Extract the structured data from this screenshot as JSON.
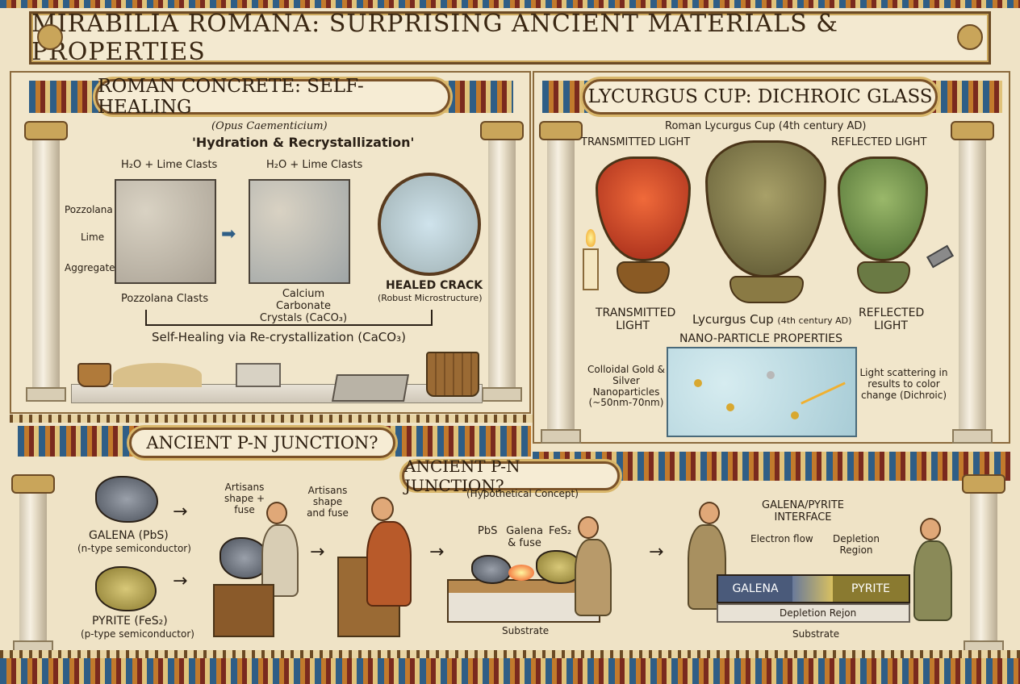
{
  "title": "MIRABILIA ROMANA: SURPRISING ANCIENT MATERIALS & PROPERTIES",
  "concrete": {
    "heading": "ROMAN CONCRETE: SELF-HEALING",
    "subtitle": "(Opus Caementicium)",
    "process": "'Hydration & Recrystallization'",
    "h2o_left": "H₂O + Lime Clasts",
    "h2o_right": "H₂O + Lime Clasts",
    "pozzolana": "Pozzolana",
    "lime": "Lime",
    "aggregate": "Aggregate",
    "pozzolana_clasts": "Pozzolana Clasts",
    "calcium": "Calcium Carbonate Crystals (CaCO₃)",
    "healed": "HEALED CRACK",
    "robust": "(Robust Microstructure)",
    "selfheal": "Self-Healing via Re-crystallization (CaCO₃)"
  },
  "cup": {
    "heading": "LYCURGUS CUP: DICHROIC GLASS",
    "subtitle": "Roman Lycurgus Cup (4th century AD)",
    "transmitted_top": "TRANSMITTED LIGHT",
    "reflected_top": "REFLECTED LIGHT",
    "transmitted": "TRANSMITTED LIGHT",
    "reflected": "REFLECTED LIGHT",
    "cup_name": "Lycurgus Cup",
    "cup_date": "(4th century AD)",
    "nano": "NANO-PARTICLE PROPERTIES",
    "colloidal": "Colloidal Gold & Silver Nanoparticles (~50nm-70nm)",
    "scatter": "Light scattering in results to color change (Dichroic)"
  },
  "pn": {
    "heading_left": "ANCIENT P-N JUNCTION?",
    "heading_center": "ANCIENT P-N JUNCTION?",
    "hypo": "(Hypothetical Concept)",
    "galena": "GALENA (PbS)",
    "galena_type": "(n-type semiconductor)",
    "pyrite": "PYRITE (FeS₂)",
    "pyrite_type": "(p-type semiconductor)",
    "artisans1": "Artisans shape + fuse",
    "artisans2": "Artisans shape and fuse",
    "pbs": "PbS",
    "galena_fuse": "Galena & fuse",
    "fes2": "FeS₂",
    "substrate1": "Substrate",
    "interface": "GALENA/PYRITE INTERFACE",
    "electron": "Electron flow",
    "depletion": "Depletion Region",
    "bar_galena": "GALENA",
    "bar_pyrite": "PYRITE",
    "depletion_rejon": "Depletion Rejon",
    "substrate2": "Substrate"
  },
  "colors": {
    "accent": "#6b4a24",
    "gold": "#c9a55a",
    "blue": "#2f5e86"
  }
}
